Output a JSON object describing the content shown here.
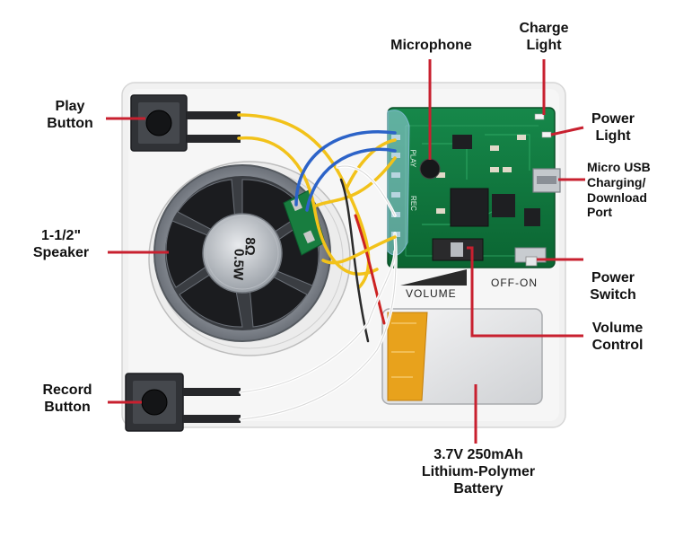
{
  "labels": {
    "play_button": {
      "line1": "Play",
      "line2": "Button"
    },
    "speaker": {
      "line1": "1-1/2\"",
      "line2": "Speaker"
    },
    "record_button": {
      "line1": "Record",
      "line2": "Button"
    },
    "microphone": "Microphone",
    "charge_light": {
      "line1": "Charge",
      "line2": "Light"
    },
    "power_light": {
      "line1": "Power",
      "line2": "Light"
    },
    "micro_usb": {
      "line1": "Micro USB",
      "line2": "Charging/",
      "line3": "Download",
      "line4": "Port"
    },
    "power_switch": {
      "line1": "Power",
      "line2": "Switch"
    },
    "volume_control": {
      "line1": "Volume",
      "line2": "Control"
    },
    "battery": {
      "line1": "3.7V 250mAh",
      "line2": "Lithium-Polymer",
      "line3": "Battery"
    }
  },
  "board_print": {
    "volume": "VOLUME",
    "off_on": "OFF-ON",
    "play": "PLAY",
    "rec": "REC"
  },
  "speaker_print": {
    "line1": "8Ω",
    "line2": "0.5W"
  },
  "colors": {
    "leader_line": "#c8202f",
    "label_text": "#111111",
    "pcb": "#0f7a3e",
    "enclosure": "#f1f1f1",
    "battery_wrap": "#e8a21c",
    "wire_yellow": "#f2c21a",
    "wire_blue": "#2c63c8",
    "wire_red": "#cc2222"
  }
}
